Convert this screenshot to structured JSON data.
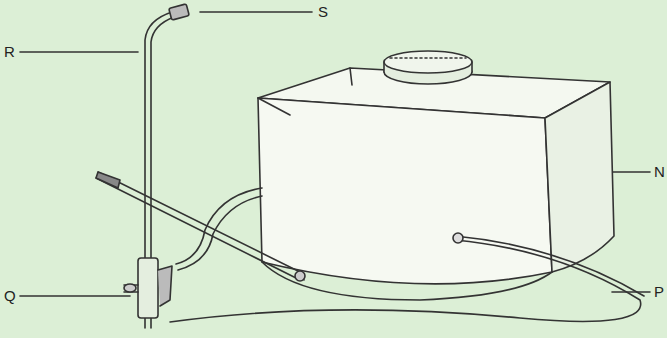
{
  "diagram": {
    "labels": [
      "S",
      "R",
      "N",
      "Q",
      "P"
    ]
  }
}
